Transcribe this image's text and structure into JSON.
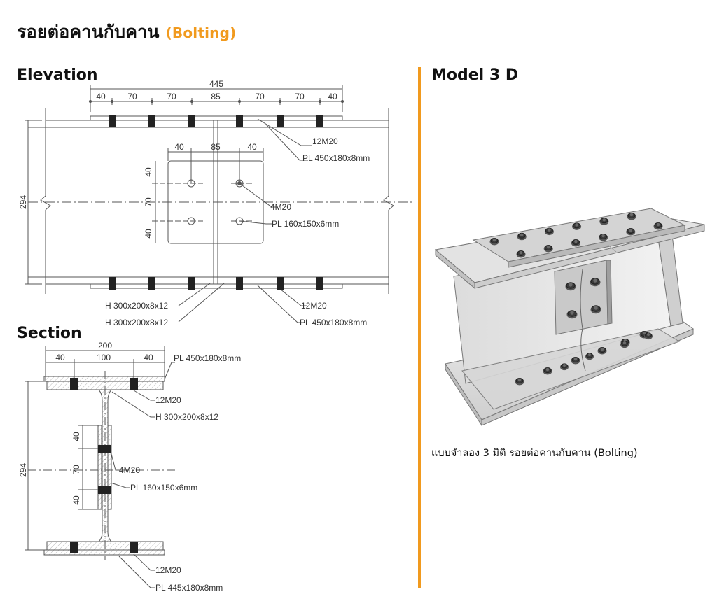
{
  "title": {
    "main": "รอยต่อคานกับคาน",
    "accent": "(Bolting)"
  },
  "elevation": {
    "heading": "Elevation",
    "overall_dim": "445",
    "flange_spacing": [
      "40",
      "70",
      "70",
      "85",
      "70",
      "70",
      "40"
    ],
    "web_spacing_h": [
      "40",
      "85",
      "40"
    ],
    "web_spacing_v": [
      "40",
      "70",
      "40"
    ],
    "height_dim": "294",
    "labels": {
      "top_bolts": "12M20",
      "top_plate": "PL 450x180x8mm",
      "web_bolts": "4M20",
      "web_plate": "PL 160x150x6mm",
      "beam_left": "H 300x200x8x12",
      "beam_right": "H 300x200x8x12",
      "bottom_bolts": "12M20",
      "bottom_plate": "PL 450x180x8mm"
    }
  },
  "section": {
    "heading": "Section",
    "overall_width": "200",
    "top_spacing": [
      "40",
      "100",
      "40"
    ],
    "web_spacing_v": [
      "40",
      "70",
      "40"
    ],
    "height_dim": "294",
    "labels": {
      "top_plate": "PL 450x180x8mm",
      "top_bolts": "12M20",
      "beam": "H 300x200x8x12",
      "web_bolts": "4M20",
      "web_plate": "PL 160x150x6mm",
      "bottom_bolts": "12M20",
      "bottom_plate": "PL 445x180x8mm"
    }
  },
  "model": {
    "heading": "Model 3 D",
    "caption": "แบบจำลอง 3 มิติ รอยต่อคานกับคาน (Bolting)"
  },
  "colors": {
    "accent": "#f19a1e",
    "line": "#555555",
    "bolt": "#222222"
  }
}
